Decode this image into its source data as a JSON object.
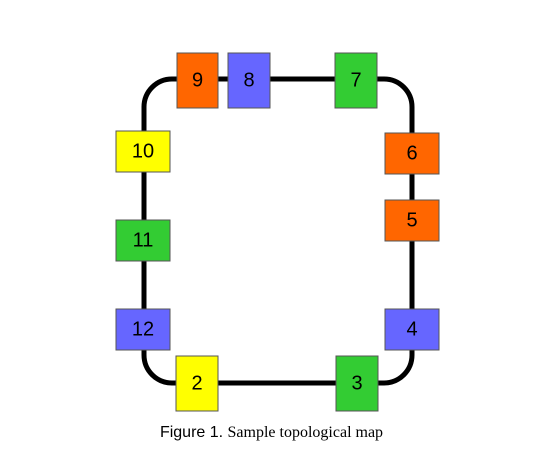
{
  "colors": {
    "orange": "#ff6600",
    "blue": "#6666ff",
    "green": "#33cc33",
    "yellow": "#ffff00",
    "loop": "#000000"
  },
  "nodes": [
    {
      "label": "9",
      "color": "orange"
    },
    {
      "label": "8",
      "color": "blue"
    },
    {
      "label": "7",
      "color": "green"
    },
    {
      "label": "6",
      "color": "orange"
    },
    {
      "label": "5",
      "color": "orange"
    },
    {
      "label": "4",
      "color": "blue"
    },
    {
      "label": "3",
      "color": "green"
    },
    {
      "label": "2",
      "color": "yellow"
    },
    {
      "label": "12",
      "color": "blue"
    },
    {
      "label": "11",
      "color": "green"
    },
    {
      "label": "10",
      "color": "yellow"
    }
  ],
  "caption": {
    "lead": "Figure 1.",
    "text": "Sample topological map"
  }
}
